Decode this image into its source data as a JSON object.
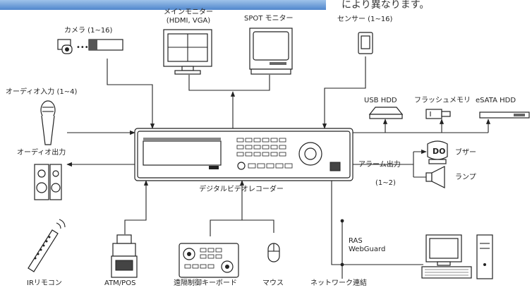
{
  "header": {
    "note": "により異なります。"
  },
  "nodes": {
    "camera": "カメラ (1~16)",
    "main_monitor": "メインモニター\n(HDMI, VGA)",
    "spot_monitor": "SPOT モニター",
    "sensor": "センサー (1~16)",
    "audio_in": "オーディオ入力 (1~4)",
    "audio_out": "オーディオ出力",
    "usb_hdd": "USB HDD",
    "flash_memory": "フラッシュメモリ",
    "esata_hdd": "eSATA HDD",
    "alarm_out": "アラーム出力",
    "alarm_range": "(1~2)",
    "buzzer": "ブザー",
    "lamp": "ランプ",
    "dvr": "デジタルビデオレコーダー",
    "ras": "RAS\nWebGuard",
    "ir_remote": "IRリモコン",
    "atm_pos": "ATM/POS",
    "keyboard": "遠隔制御キーボード",
    "mouse": "マウス",
    "network": "ネットワーク連結"
  }
}
